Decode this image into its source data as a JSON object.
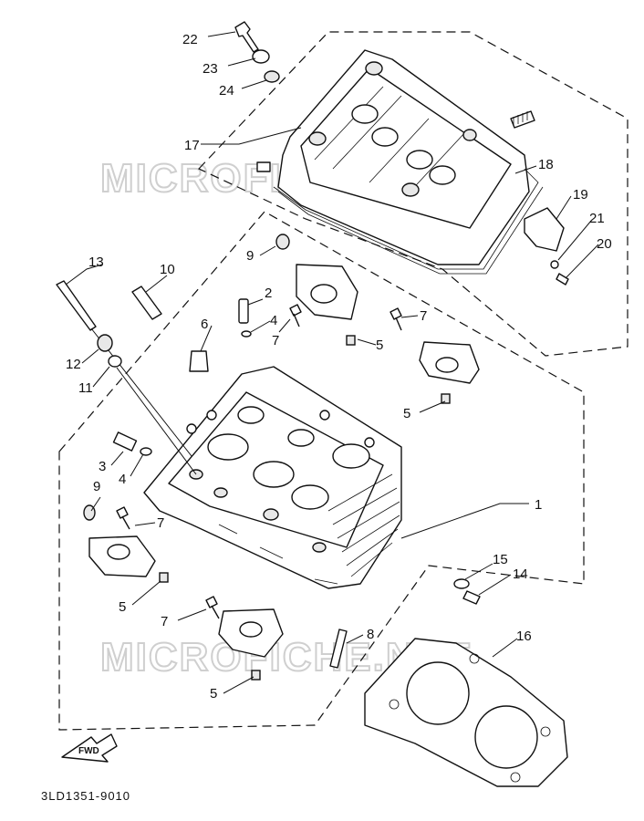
{
  "watermark": "MICROFICHE.NET",
  "diagram_code": "3LD1351-9010",
  "fwd_label": "FWD",
  "callouts": {
    "c1": "1",
    "c2": "2",
    "c3": "3",
    "c4": "4",
    "c5": "5",
    "c6": "6",
    "c7": "7",
    "c8": "8",
    "c9": "9",
    "c10": "10",
    "c11": "11",
    "c12": "12",
    "c13": "13",
    "c14": "14",
    "c15": "15",
    "c16": "16",
    "c17": "17",
    "c18": "18",
    "c19": "19",
    "c20": "20",
    "c21": "21",
    "c22": "22",
    "c23": "23",
    "c24": "24"
  }
}
